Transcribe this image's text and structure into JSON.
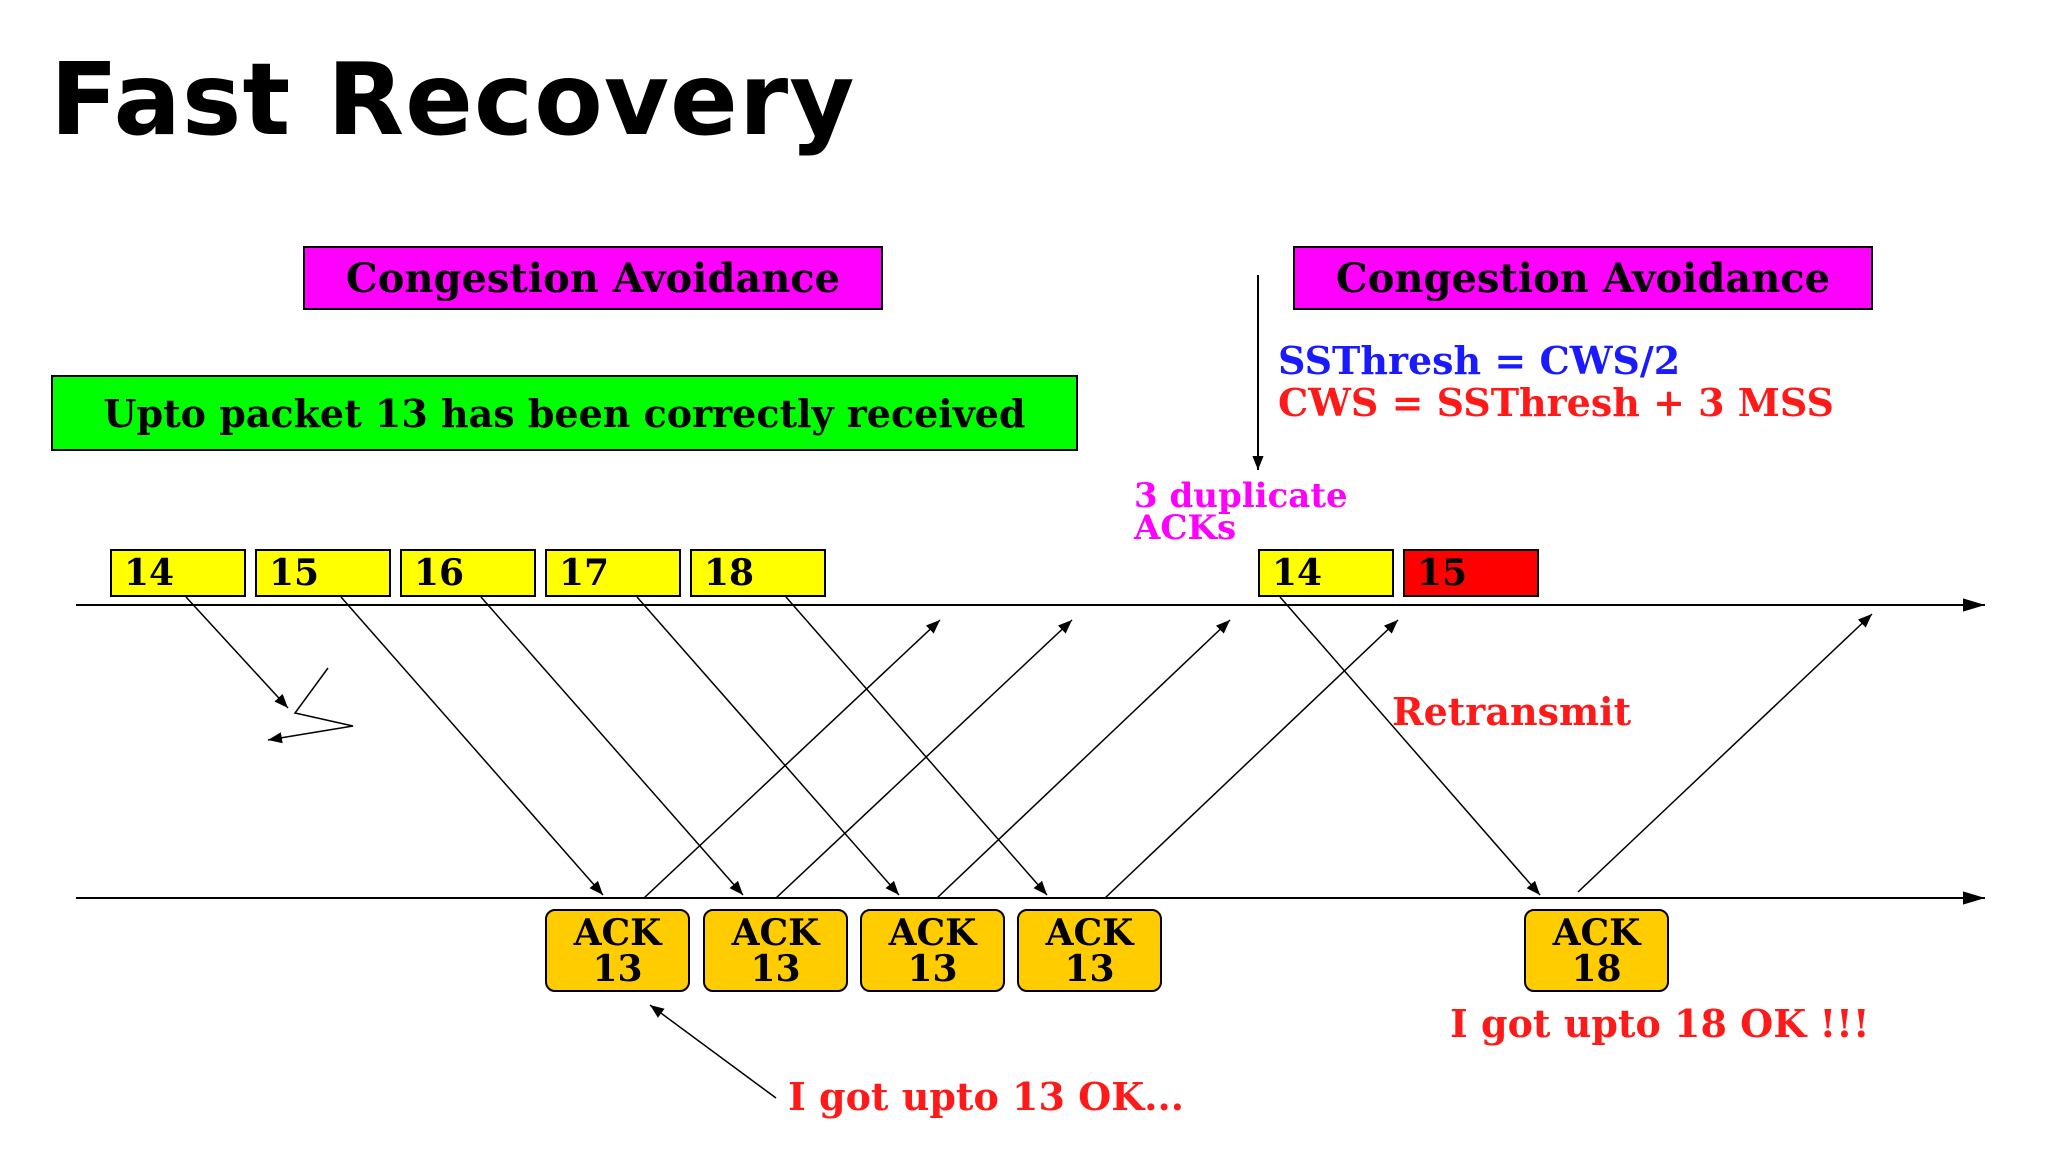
{
  "slide": {
    "title": "Fast Recovery"
  },
  "phases": {
    "left_label": "Congestion Avoidance",
    "right_label": "Congestion Avoidance"
  },
  "status_box": {
    "text": "Upto packet 13 has been correctly received"
  },
  "formulas": {
    "ssthresh": "SSThresh = CWS/2",
    "cws": "CWS = SSThresh + 3 MSS"
  },
  "duplicate_acks": {
    "line1": "3 duplicate",
    "line2": "ACKs"
  },
  "sender_packets": [
    "14",
    "15",
    "16",
    "17",
    "18"
  ],
  "retransmitted_packets": [
    "14",
    "15"
  ],
  "acks": [
    {
      "label": "ACK",
      "number": "13"
    },
    {
      "label": "ACK",
      "number": "13"
    },
    {
      "label": "ACK",
      "number": "13"
    },
    {
      "label": "ACK",
      "number": "13"
    }
  ],
  "final_ack": {
    "label": "ACK",
    "number": "18"
  },
  "notes": {
    "retransmit": "Retransmit",
    "got_18": "I got upto 18 OK !!!",
    "got_13": "I got upto 13 OK..."
  },
  "colors": {
    "phase_box": "#ff00ff",
    "status_box": "#00ff00",
    "packet": "#ffff00",
    "lost_packet": "#ff0000",
    "ack_box": "#ffcc00",
    "ssthresh_text": "#1a1aff",
    "cws_text": "#ff1a1a",
    "duplicate_text": "#ff00ff",
    "note_text": "#ff1a1a"
  }
}
